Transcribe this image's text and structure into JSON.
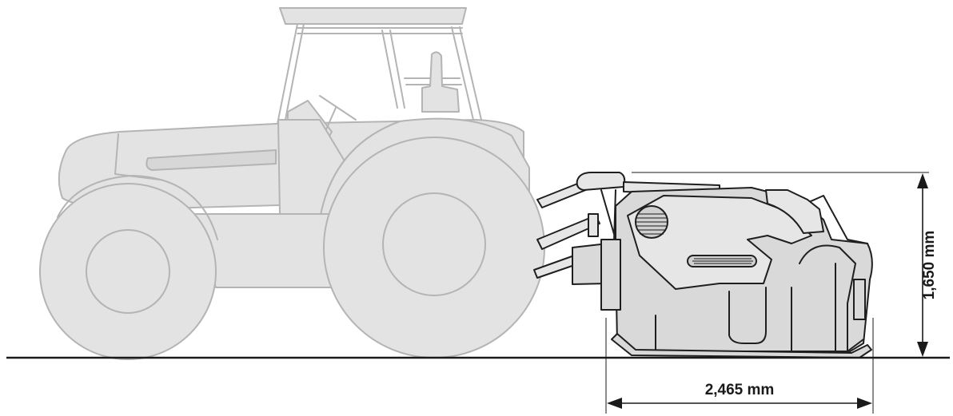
{
  "dimensions": {
    "height_label": "1,650 mm",
    "width_label": "2,465 mm"
  },
  "colors": {
    "tractor_fill": "#e3e3e3",
    "tractor_outline": "#b4b4b4",
    "implement_fill": "#d9d9d9",
    "implement_outline": "#1f1f1f",
    "ground_line": "#1a1a1a"
  },
  "icons": {
    "tractor": "tractor-silhouette",
    "implement": "rear-mounted-mulcher"
  }
}
